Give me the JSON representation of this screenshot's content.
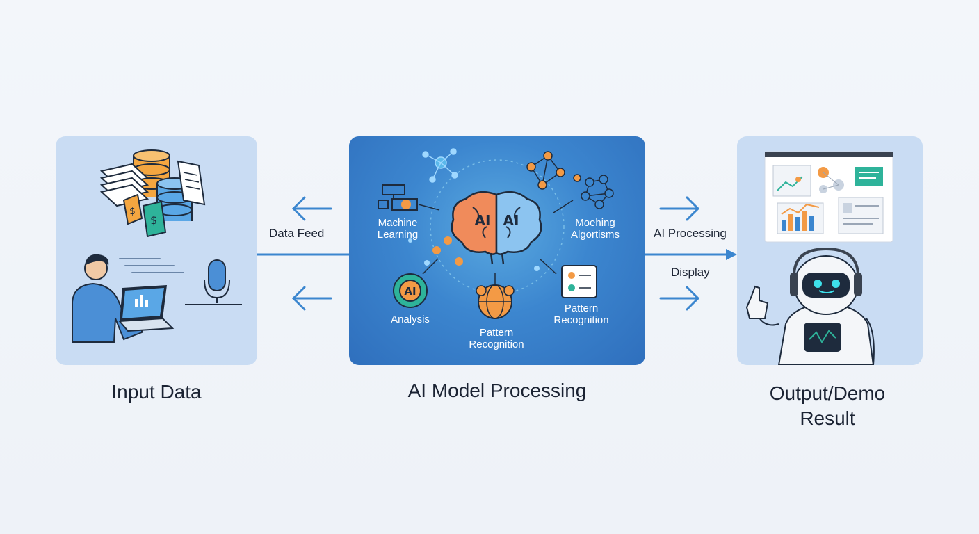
{
  "stages": {
    "input": {
      "title": "Input Data"
    },
    "ai": {
      "title": "AI Model Processing",
      "brain_left": "AI",
      "brain_right": "AI",
      "analysis_badge": "AI",
      "modules": {
        "machine_learning": "Machine\nLearning",
        "algorithms": "Moehing\nAlgortisms",
        "analysis": "Analysis",
        "pattern_center": "Pattern\nRecognition",
        "pattern_right": "Pattern\nRecognition"
      }
    },
    "output": {
      "title_line1": "Output/Demo",
      "title_line2": "Result"
    }
  },
  "flows": {
    "data_feed": "Data Feed",
    "ai_processing": "AI Processing",
    "display": "Display"
  },
  "colors": {
    "accent_blue": "#3b86cf",
    "panel_light": "#c9dcf3",
    "orange": "#f39a45",
    "teal": "#2eb39a"
  }
}
